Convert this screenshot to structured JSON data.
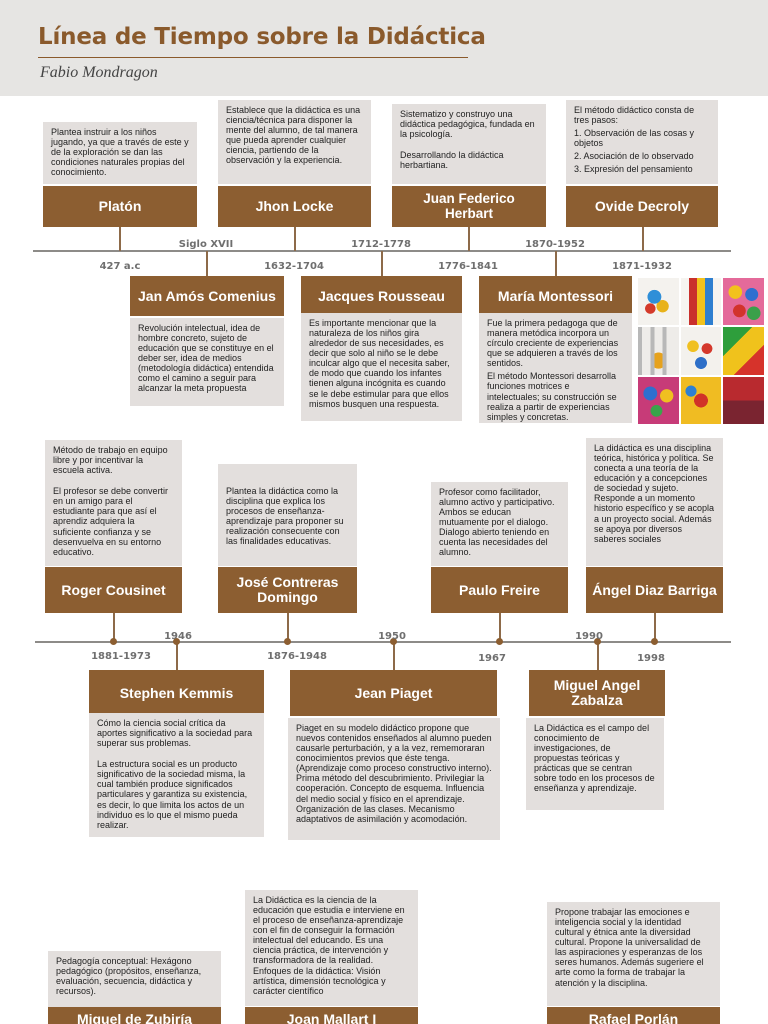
{
  "header": {
    "title": "Línea de Tiempo sobre la Didáctica",
    "author": "Fabio Mondragon"
  },
  "row1": {
    "top": [
      {
        "name": "Platón",
        "text": [
          "Plantea instruir a los niños jugando, ya que a través de este y de la exploración se dan las condiciones naturales propias del conocimiento."
        ],
        "date": "427 a.c"
      },
      {
        "name": "Jhon Locke",
        "text": [
          "Establece que la didáctica es una ciencia/técnica para disponer la mente del alumno, de tal manera que pueda aprender cualquier ciencia, partiendo de la observación y la experiencia."
        ],
        "date": "1632-1704"
      },
      {
        "name": "Juan Federico Herbart",
        "text": [
          "Sistematizo y construyo una didáctica pedagógica, fundada en la psicología.",
          "Desarrollando la didáctica herbartiana."
        ],
        "date": "1776-1841"
      },
      {
        "name": "Ovide Decroly",
        "text": [
          "El método didáctico consta de tres pasos:",
          "1. Observación de las cosas y objetos",
          "2. Asociación de lo observado",
          "3. Expresión del pensamiento"
        ],
        "date": "1871-1932"
      }
    ],
    "bottom": [
      {
        "name": "Jan Amós Comenius",
        "text": [
          "Revolución intelectual, idea de hombre concreto, sujeto de educación que se constituye en el deber ser, idea de medios (metodología didáctica) entendida como el camino a seguir para alcanzar la meta propuesta"
        ],
        "date": "Siglo XVII"
      },
      {
        "name": "Jacques Rousseau",
        "text": [
          "Es importante mencionar que la naturaleza de los niños gira alrededor de sus necesidades, es decir que solo al niño se le debe inculcar algo que el necesita saber, de modo que cuando los infantes tienen alguna incógnita es cuando se le debe estimular para que ellos mismos busquen una respuesta."
        ],
        "date": "1712-1778"
      },
      {
        "name": "María Montessori",
        "text": [
          "Fue la primera pedagoga que de manera metódica incorpora un círculo creciente de experiencias que se adquieren a través de los sentidos.",
          "El método Montessori desarrolla funciones motrices e intelectuales; su construcción se realiza a partir de experiencias simples y concretas."
        ],
        "date": "1870-1952"
      }
    ]
  },
  "row2": {
    "top": [
      {
        "name": "Roger Cousinet",
        "text": [
          "Método de trabajo en equipo libre y por incentivar la escuela activa.",
          "El profesor se debe convertir en un amigo para el estudiante para que así el aprendiz adquiera la suficiente confianza y se desenvuelva en su entorno educativo."
        ],
        "date": "1881-1973"
      },
      {
        "name": "José Contreras Domingo",
        "text": [
          "Plantea la didáctica como la disciplina que explica los procesos de enseñanza-aprendizaje para proponer su realización consecuente con las finalidades educativas."
        ],
        "date": "1876-1948"
      },
      {
        "name": "Paulo Freire",
        "text": [
          "Profesor como facilitador, alumno activo y participativo. Ambos se educan mutuamente por el dialogo. Dialogo abierto teniendo en cuenta las necesidades del alumno."
        ],
        "date": "1967"
      },
      {
        "name": "Ángel Diaz Barriga",
        "text": [
          "La didáctica es una disciplina teórica, histórica y política. Se conecta a una teoría de la educación y a concepciones de sociedad y sujeto. Responde a un momento historio específico y se acopla a un proyecto social. Además se apoya por diversos saberes sociales"
        ],
        "date": "1998"
      }
    ],
    "bottom": [
      {
        "name": "Stephen Kemmis",
        "text": [
          "Cómo la ciencia social crítica da aportes significativo a la sociedad para superar sus problemas.",
          "La estructura social es un producto significativo de la sociedad misma, la cual también produce significados particulares y garantiza su existencia, es decir, lo que limita los actos de un individuo es lo que el mismo pueda realizar."
        ],
        "date": "1946"
      },
      {
        "name": "Jean Piaget",
        "text": [
          "Piaget en su modelo didáctico propone que nuevos contenidos enseñados al alumno pueden causarle perturbación, y a la vez, rememoraran conocimientos previos que éste tenga. (Aprendizaje como proceso constructivo interno). Prima método del descubrimiento. Privilegiar la cooperación. Concepto de esquema. Influencia del medio social y físico en el aprendizaje. Organización de las clases. Mecanismo adaptativos de asimilación y acomodación."
        ],
        "date": "1950"
      },
      {
        "name": "Miguel Angel Zabalza",
        "text": [
          "La Didáctica es el campo del conocimiento de investigaciones, de propuestas teóricas y prácticas que se centran sobre todo en los procesos de enseñanza y aprendizaje."
        ],
        "date": "1990"
      }
    ]
  },
  "row3": [
    {
      "name": "Miguel de Zubiría",
      "text": [
        "Pedagogía conceptual: Hexágono pedagógico (propósitos, enseñanza, evaluación, secuencia, didáctica y recursos)."
      ]
    },
    {
      "name": "Joan Mallart I",
      "text": [
        "La Didáctica es la ciencia de la educación que estudia e interviene en el proceso de enseñanza-aprendizaje con el fin de conseguir la formación intelectual del educando. Es una ciencia práctica, de intervención y transformadora de la realidad. Enfoques de la didáctica: Visión artística, dimensión tecnológica y carácter científico"
      ]
    },
    {
      "name": "Rafael Porlán",
      "text": [
        "Propone trabajar las emociones e inteligencia social y la identidad cultural y étnica ante la diversidad cultural. Propone la universalidad de las aspiraciones y esperanzas de los seres humanos. Además sugeriere el arte como la forma de trabajar la atención y la disciplina."
      ]
    }
  ],
  "colors": {
    "brand": "#8c5e31",
    "title": "#8a5a2c",
    "textbox": "#e3dfdd",
    "header": "#e6e5e3"
  },
  "photos": [
    "toy-photo-1",
    "toy-photo-2",
    "toy-photo-3",
    "toy-photo-4",
    "toy-photo-5",
    "toy-photo-6",
    "toy-photo-7",
    "toy-photo-8",
    "toy-photo-9"
  ]
}
